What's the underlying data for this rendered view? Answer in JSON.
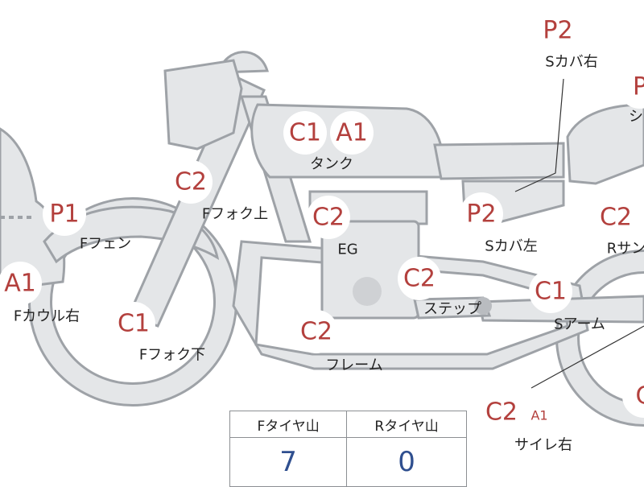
{
  "labels": [
    {
      "id": "s-cover-right",
      "grades": [
        "P2"
      ],
      "name": "Sカバ右"
    },
    {
      "id": "seat",
      "grades": [
        "P"
      ],
      "name": "シ"
    },
    {
      "id": "tank",
      "grades": [
        "C1",
        "A1"
      ],
      "name": "タンク"
    },
    {
      "id": "fork-upper",
      "grades": [
        "C2"
      ],
      "name": "Fフォク上"
    },
    {
      "id": "engine",
      "grades": [
        "C2"
      ],
      "name": "EG"
    },
    {
      "id": "s-cover-left",
      "grades": [
        "P2"
      ],
      "name": "Sカバ左"
    },
    {
      "id": "rear-suspension",
      "grades": [
        "C2"
      ],
      "name": "Rサン"
    },
    {
      "id": "front-fender",
      "grades": [
        "P1"
      ],
      "name": "Fフェン"
    },
    {
      "id": "front-cowl-right",
      "grades": [
        "A1"
      ],
      "name": "Fカウル右"
    },
    {
      "id": "step",
      "grades": [
        "C2"
      ],
      "name": "ステップ"
    },
    {
      "id": "swing-arm",
      "grades": [
        "C1"
      ],
      "name": "Sアーム"
    },
    {
      "id": "fork-lower",
      "grades": [
        "C1"
      ],
      "name": "Fフォク下"
    },
    {
      "id": "frame",
      "grades": [
        "C2"
      ],
      "name": "フレーム"
    },
    {
      "id": "muffler-right",
      "grades": [
        "C2",
        "A1"
      ],
      "name": "サイレ右"
    },
    {
      "id": "rear-edge",
      "grades": [
        "C"
      ],
      "name": ""
    }
  ],
  "tire_table": {
    "headers": [
      "Fタイヤ山",
      "Rタイヤ山"
    ],
    "values": [
      "7",
      "0"
    ]
  },
  "colors": {
    "part_fill": "#e4e6e8",
    "part_stroke": "#9ea2a7",
    "grade": "#b3403d",
    "tire_value": "#2f4f8f"
  }
}
